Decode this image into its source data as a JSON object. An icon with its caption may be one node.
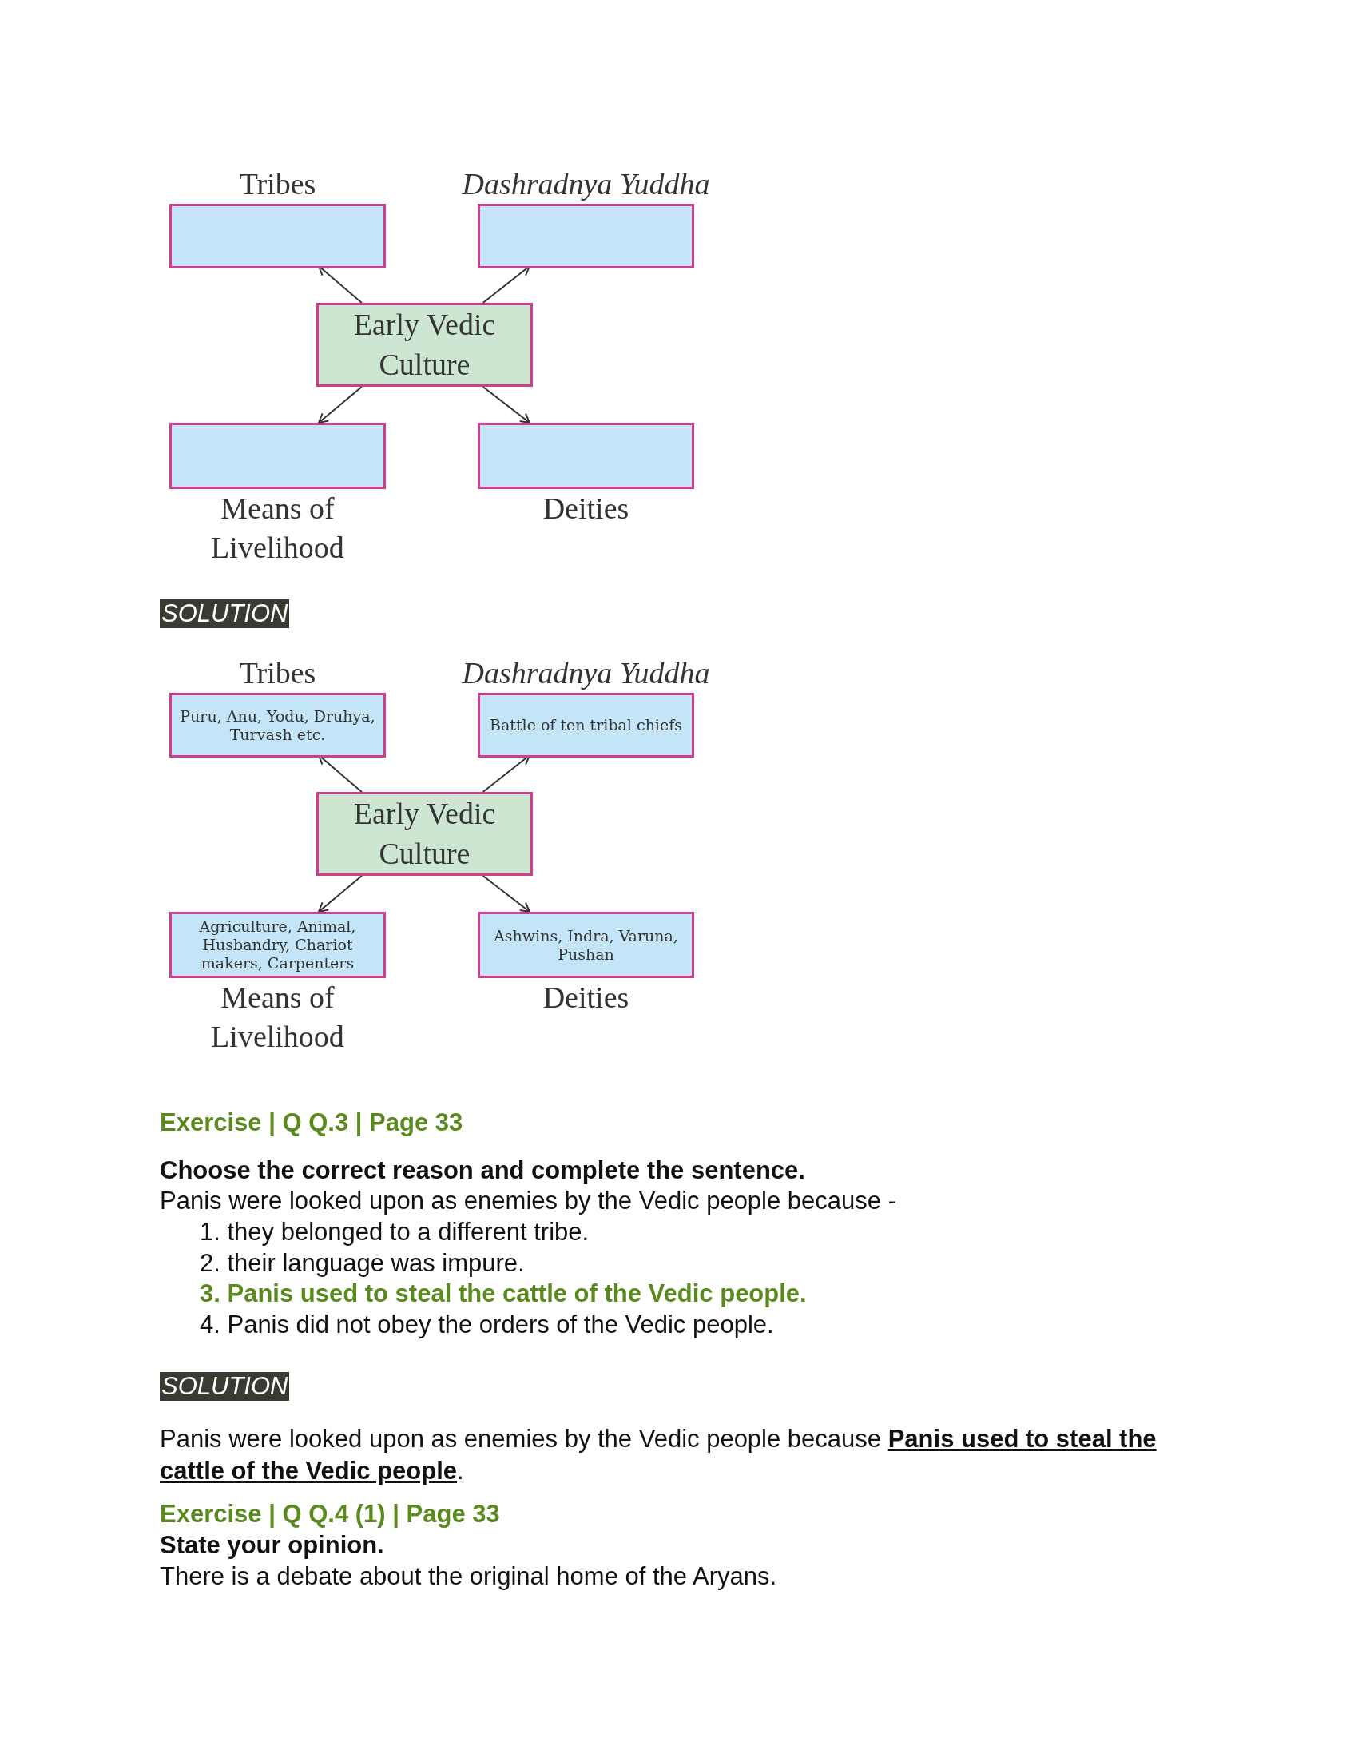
{
  "diagram": {
    "nodes": [
      {
        "text": [
          "Tribes"
        ]
      },
      {
        "text": [
          "Dashradnya Yuddha"
        ]
      },
      {
        "text": [
          "Early Vedic Culture"
        ]
      },
      {
        "text": [
          "Means of Livelihood"
        ]
      },
      {
        "text": [
          "Deities"
        ]
      },
      {
        "text": [
          "Tribes",
          "Puru, Anu, Yodu, Druhya, Turvash etc."
        ]
      },
      {
        "text": [
          "Dashradnya Yuddha",
          "Battle of ten tribal chiefs"
        ]
      },
      {
        "text": [
          "Early Vedic Culture"
        ]
      },
      {
        "text": [
          "Agriculture, Animal, Husbandry, Chariot makers, Carpenters",
          "Means of Livelihood"
        ]
      },
      {
        "text": [
          "Ashwins, Indra, Varuna, Pushan",
          "Deities"
        ]
      }
    ],
    "edges": [
      {
        "from": 2,
        "to": 0,
        "arrow": "to"
      },
      {
        "from": 2,
        "to": 1,
        "arrow": "to"
      },
      {
        "from": 2,
        "to": 3,
        "arrow": "to"
      },
      {
        "from": 2,
        "to": 4,
        "arrow": "to"
      },
      {
        "from": 7,
        "to": 5,
        "arrow": "to"
      },
      {
        "from": 7,
        "to": 6,
        "arrow": "to"
      },
      {
        "from": 7,
        "to": 8,
        "arrow": "to"
      },
      {
        "from": 7,
        "to": 9,
        "arrow": "to"
      }
    ],
    "labels": [
      "SOLUTION",
      "Exercise | Q Q.3 | Page 33",
      "Choose the correct reason and complete the sentence.",
      "Panis were looked upon as enemies by the Vedic people because -",
      "1. they belonged to a different tribe.",
      "2. their language was impure.",
      "3. Panis used to steal the cattle of the Vedic people.",
      "4. Panis did not obey the orders of the Vedic people.",
      "SOLUTION",
      "Panis were looked upon as enemies by the Vedic people because **Panis used to steal the cattle of the Vedic people**.",
      "Exercise | Q Q.4 (1) | Page 33",
      "State your opinion.",
      "There is a debate about the original home of the Aryans."
    ]
  }
}
